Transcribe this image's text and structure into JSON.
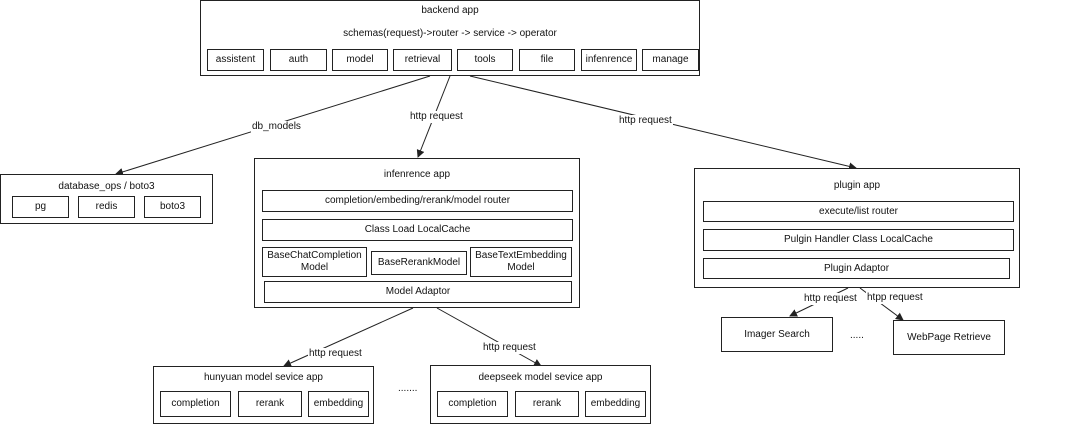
{
  "backend": {
    "title": "backend app",
    "flow": "schemas(request)->router -> service -> operator",
    "modules": [
      "assistent",
      "auth",
      "model",
      "retrieval",
      "tools",
      "file",
      "infenrence",
      "manage"
    ]
  },
  "edges": {
    "db_models": "db_models",
    "http_request_inference": "http request",
    "http_request_plugin": "http request",
    "http_request_hunyuan": "http request",
    "http_request_deepseek": "http request",
    "http_request_imager": "http request",
    "http_request_webpage": "htpp request"
  },
  "database": {
    "title": "database_ops / boto3",
    "items": [
      "pg",
      "redis",
      "boto3"
    ]
  },
  "inference": {
    "title": "infenrence app",
    "router": "completion/embeding/rerank/model router",
    "cache": "Class Load LocalCache",
    "models": [
      "BaseChatCompletion Model",
      "BaseRerankModel",
      "BaseTextEmbedding Model"
    ],
    "adaptor": "Model Adaptor"
  },
  "plugin": {
    "title": "plugin app",
    "router": "execute/list router",
    "cache": "Pulgin Handler Class LocalCache",
    "adaptor": "Plugin Adaptor"
  },
  "services": {
    "imager_search": "Imager Search",
    "ellipsis": ".....",
    "webpage_retrieve": "WebPage Retrieve"
  },
  "hunyuan": {
    "title": "hunyuan model sevice app",
    "items": [
      "completion",
      "rerank",
      "embedding"
    ]
  },
  "model_ellipsis": ".......",
  "deepseek": {
    "title": "deepseek model sevice app",
    "items": [
      "completion",
      "rerank",
      "embedding"
    ]
  }
}
